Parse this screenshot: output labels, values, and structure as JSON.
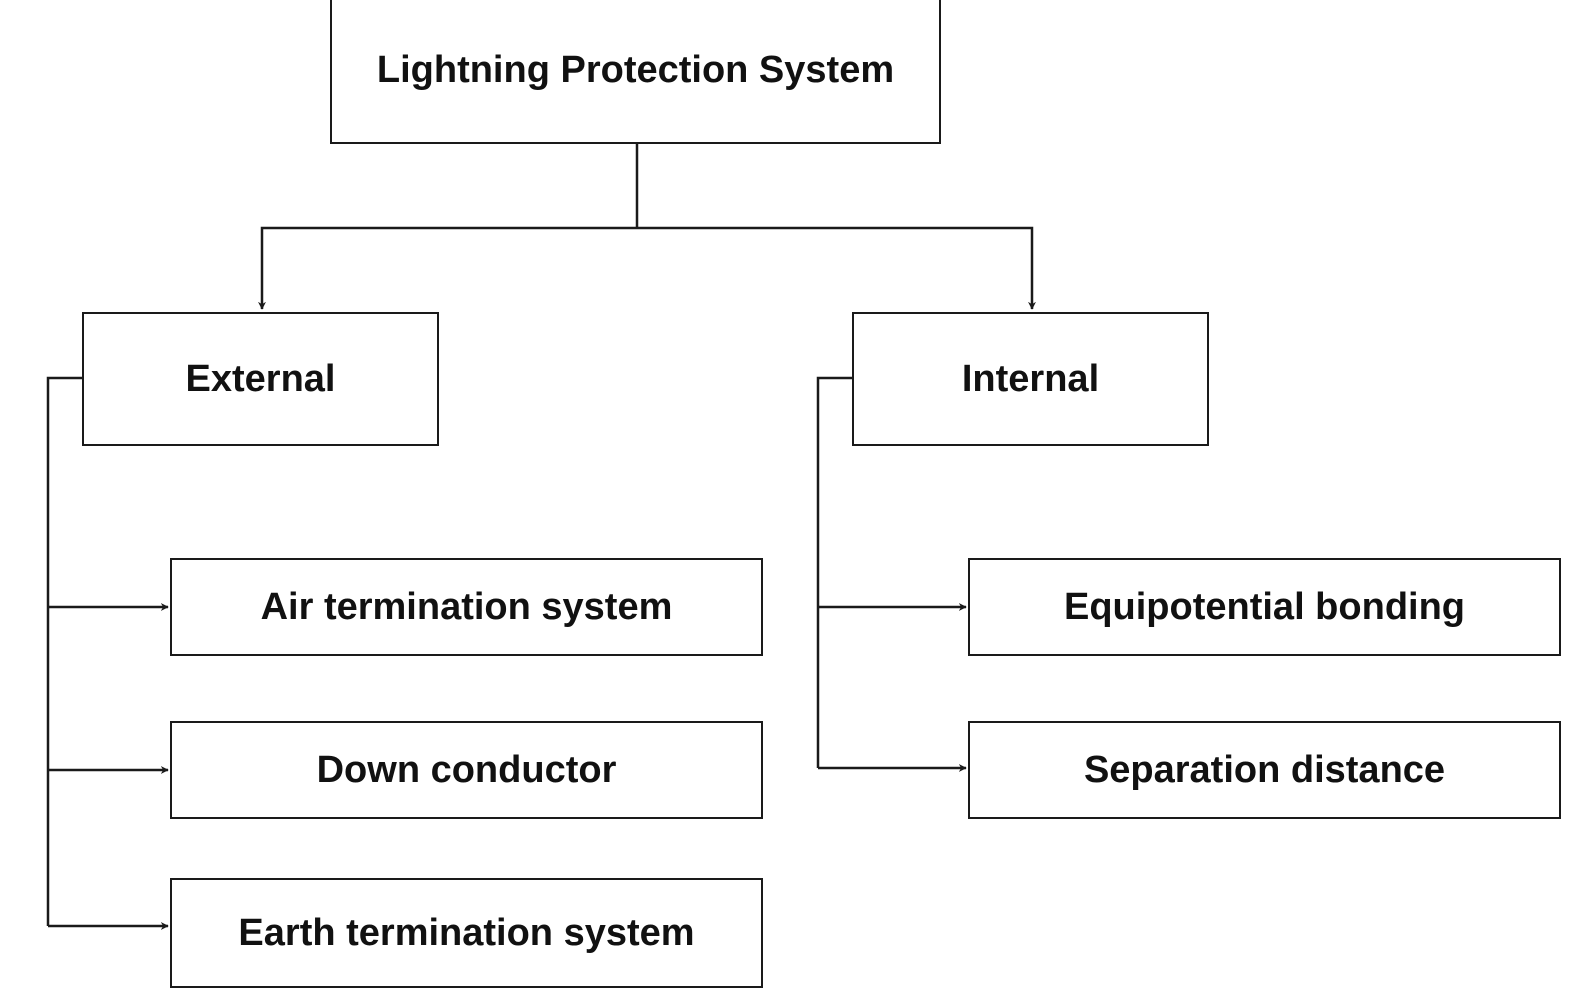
{
  "diagram": {
    "root": {
      "label": "Lightning Protection System"
    },
    "branches": [
      {
        "label": "External",
        "children": [
          {
            "label": "Air termination system"
          },
          {
            "label": "Down conductor"
          },
          {
            "label": "Earth termination system"
          }
        ]
      },
      {
        "label": "Internal",
        "children": [
          {
            "label": "Equipotential bonding"
          },
          {
            "label": "Separation distance"
          }
        ]
      }
    ],
    "colors": {
      "line": "#1a1a1a",
      "background": "#ffffff",
      "text": "#111111"
    }
  }
}
